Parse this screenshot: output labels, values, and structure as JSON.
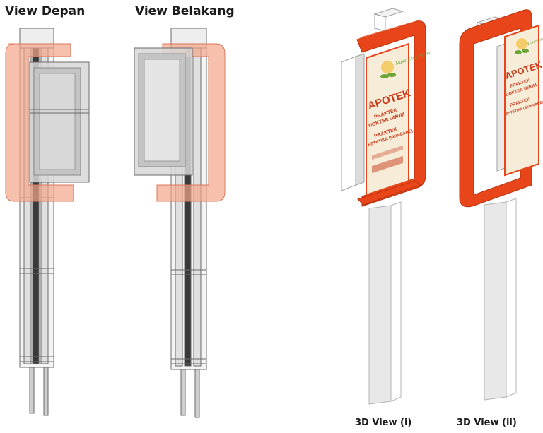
{
  "titles": {
    "front": "View Depan",
    "back": "View Belakang"
  },
  "captions": {
    "view1": "3D View (i)",
    "view2": "3D View (ii)"
  },
  "sign_panel": {
    "heading": "APOTEK",
    "line1": "PRAKTEK",
    "line2": "DOKTER UMUM",
    "line3": "PRAKTEK",
    "line4": "ESTETIKA (SKINCARE)",
    "brand": "Nusantara Farma"
  },
  "colors": {
    "frame_orange": "#e8461a",
    "frame_tint": "#f2a58a",
    "panel_bg": "#f6ecd8",
    "panel_red": "#c83a1a",
    "post_grey": "#e6e6e6",
    "leaf_green": "#6aa536"
  }
}
